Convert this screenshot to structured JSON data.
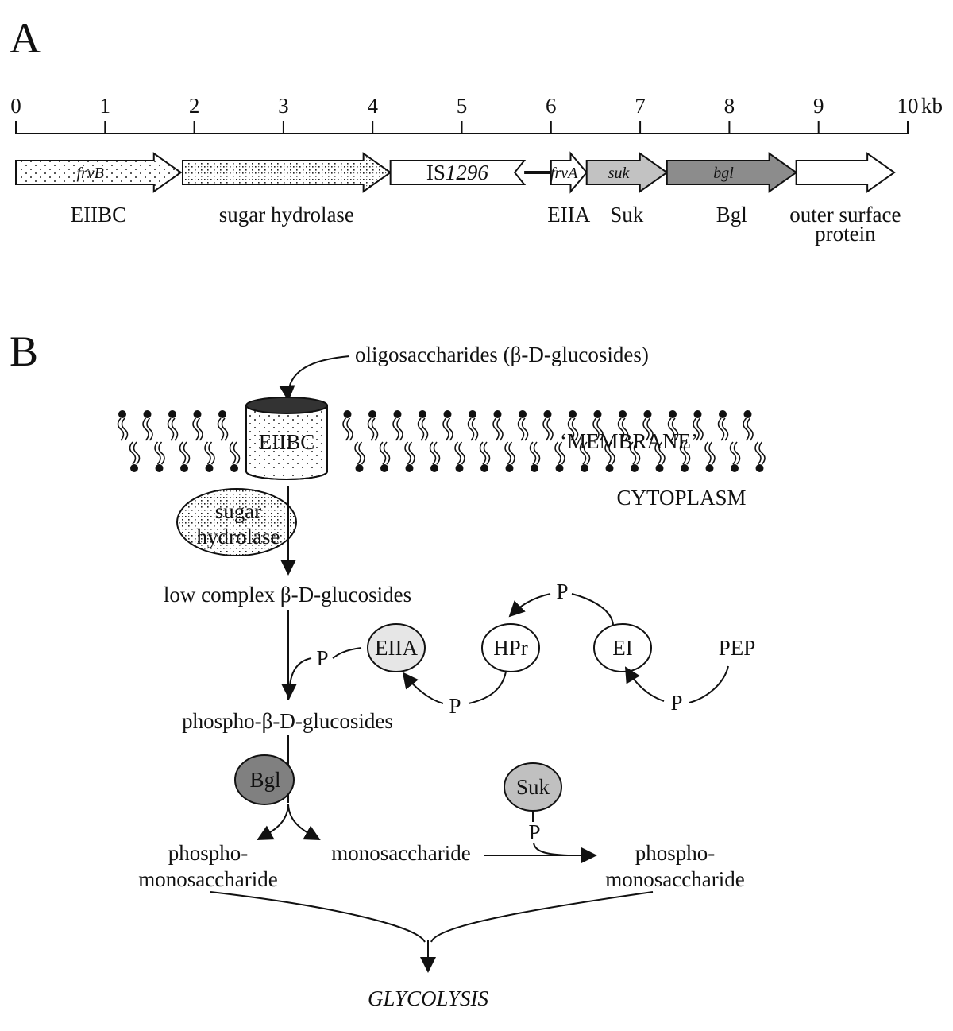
{
  "panel_a": {
    "label": "A",
    "scale": {
      "ticks": [
        "0",
        "1",
        "2",
        "3",
        "4",
        "5",
        "6",
        "7",
        "8",
        "9",
        "10"
      ],
      "unit": "kb"
    },
    "genes": [
      {
        "inner": "frvB",
        "below": "EIIBC",
        "start_kb": 0.0,
        "end_kb": 1.85,
        "fill": "dots"
      },
      {
        "inner": "",
        "below": "sugar hydrolase",
        "start_kb": 1.87,
        "end_kb": 4.2,
        "fill": "crosshatch"
      },
      {
        "inner_prefix": "IS",
        "inner_italic": "1296",
        "below": "",
        "start_kb": 4.2,
        "end_kb": 5.7,
        "fill": "white",
        "direction": "reverse"
      },
      {
        "inner": "frvA",
        "below": "EIIA",
        "start_kb": 6.0,
        "end_kb": 6.4,
        "fill": "white"
      },
      {
        "inner": "suk",
        "below": "Suk",
        "start_kb": 6.4,
        "end_kb": 7.3,
        "fill": "#c2c2c2"
      },
      {
        "inner": "bgl",
        "below": "Bgl",
        "start_kb": 7.3,
        "end_kb": 8.75,
        "fill": "#8c8c8c"
      },
      {
        "inner": "",
        "below_lines": [
          "outer surface",
          "protein"
        ],
        "start_kb": 8.75,
        "end_kb": 9.85,
        "fill": "white"
      }
    ]
  },
  "panel_b": {
    "label": "B",
    "oligosaccharides": "oligosaccharides (β-D-glucosides)",
    "eiibc": "EIIBC",
    "membrane": "MEMBRANE",
    "cytoplasm": "CYTOPLASM",
    "sugar_hydrolase_lines": [
      "sugar",
      "hydrolase"
    ],
    "low_complex": "low complex β-D-glucosides",
    "phospho_glucosides": "phospho-β-D-glucosides",
    "eiia": "EIIA",
    "hpr": "HPr",
    "ei": "EI",
    "pep": "PEP",
    "p": "P",
    "bgl": "Bgl",
    "suk": "Suk",
    "phospho_mono_lines": [
      "phospho-",
      "monosaccharide"
    ],
    "monosaccharide": "monosaccharide",
    "glycolysis": "GLYCOLYSIS",
    "colors": {
      "eiia_fill": "#e6e6e6",
      "bgl_fill": "#808080",
      "suk_fill": "#c0c0c0",
      "channel_top": "#333333"
    }
  }
}
